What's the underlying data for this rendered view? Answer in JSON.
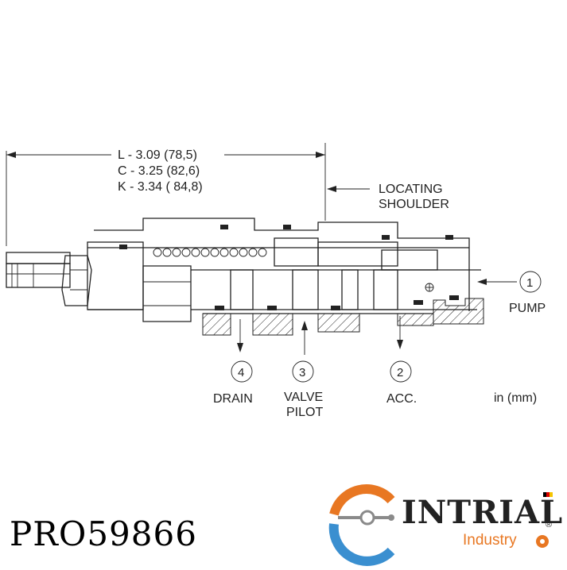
{
  "dimensions": {
    "line1": "L - 3.09 (78,5)",
    "line2": "C - 3.25 (82,6)",
    "line3": "K - 3.34 ( 84,8)"
  },
  "callouts": {
    "locating_line1": "LOCATING",
    "locating_line2": "SHOULDER",
    "units": "in (mm)"
  },
  "ports": [
    {
      "number": "1",
      "label": "PUMP",
      "label2": ""
    },
    {
      "number": "4",
      "label": "DRAIN",
      "label2": ""
    },
    {
      "number": "3",
      "label": "VALVE",
      "label2": "PILOT"
    },
    {
      "number": "2",
      "label": "ACC.",
      "label2": ""
    }
  ],
  "footer": {
    "part_number": "PRO59866",
    "brand_name": "INTRIAL",
    "brand_sub": "Industry",
    "registered_mark": "®"
  },
  "colors": {
    "logo_orange": "#e87722",
    "logo_blue": "#3a8fd0",
    "logo_grey": "#8a8a8a",
    "ink": "#222222"
  }
}
